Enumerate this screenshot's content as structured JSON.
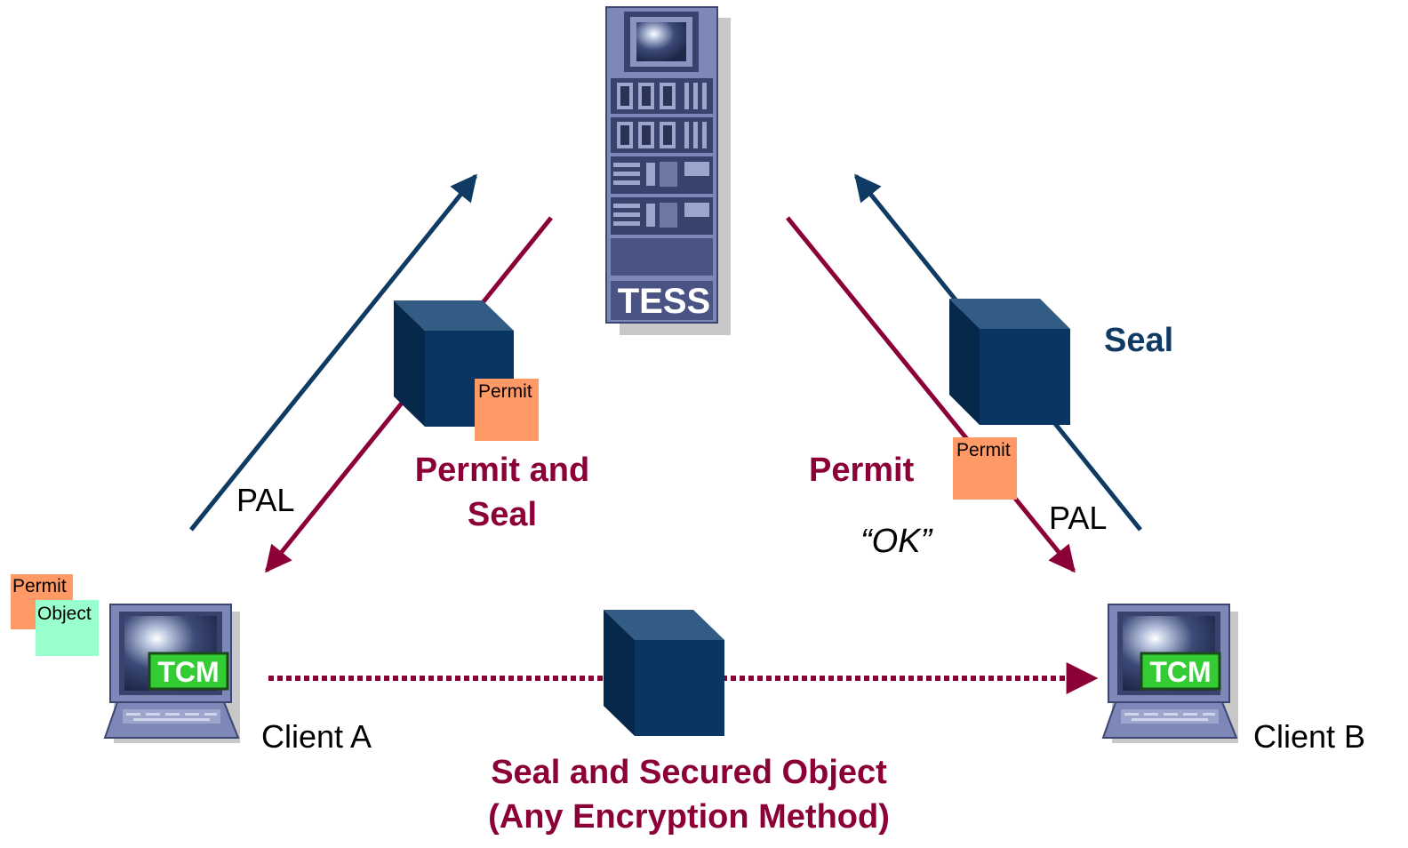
{
  "server": {
    "name": "TESS"
  },
  "clients": {
    "a": {
      "name": "Client A",
      "module": "TCM"
    },
    "b": {
      "name": "Client B",
      "module": "TCM"
    }
  },
  "labels": {
    "pal_left": "PAL",
    "pal_right": "PAL",
    "permit_and_seal_line1": "Permit and",
    "permit_and_seal_line2": "Seal",
    "seal": "Seal",
    "permit": "Permit",
    "ok": "“OK”",
    "bottom_line1": "Seal and Secured Object",
    "bottom_line2": "(Any Encryption Method)"
  },
  "tags": {
    "permit_near_cube_left": "Permit",
    "permit_near_cube_right": "Permit",
    "permit_client_a": "Permit",
    "object_client_a": "Object"
  },
  "colors": {
    "navy": "#0e3a64",
    "crimson": "#8c0038",
    "cube_front": "#083562",
    "cube_top": "#325c84",
    "cube_side": "#06284a",
    "tcm_green": "#33cc33",
    "permit_tag": "#ff9966",
    "object_tag": "#99ffcc"
  }
}
